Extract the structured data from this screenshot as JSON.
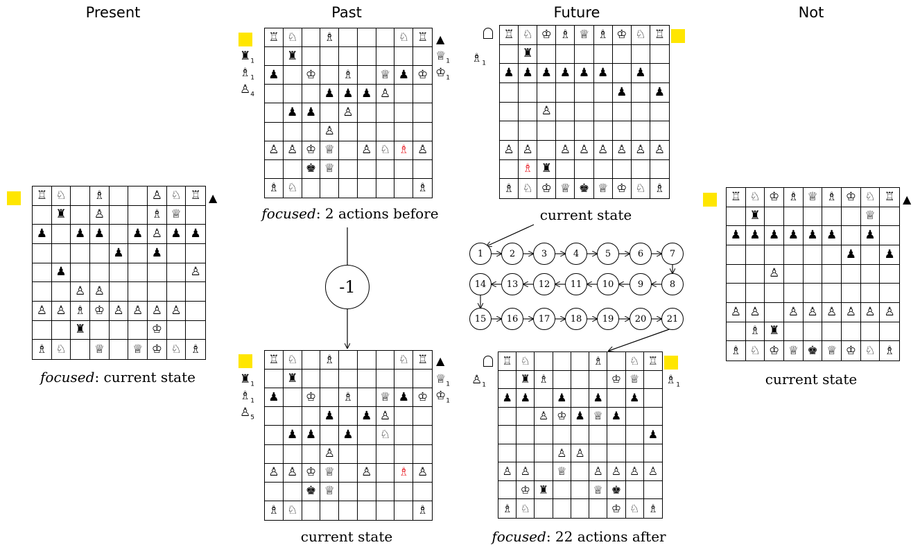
{
  "headers": {
    "present": "Present",
    "past": "Past",
    "future": "Future",
    "not": "Not"
  },
  "colors": {
    "highlight": "#ffe600",
    "piece_red": "#e8242b"
  },
  "icons": {
    "turn_outline": "outline-arch-icon",
    "turn_filled": "filled-pawn-icon"
  },
  "boards": {
    "present": {
      "caption_italic": "focused",
      "caption_text": ": current state",
      "cells": [
        [
          "♖",
          "♘",
          "",
          "♗",
          "",
          "",
          "♙",
          "♘",
          "♖"
        ],
        [
          "",
          "♜",
          "",
          "♙",
          "",
          "",
          "♗",
          "♕",
          "",
          ""
        ],
        [
          "♟",
          "",
          "♟",
          "♟",
          "",
          "♟",
          "♙",
          "♟",
          "♟"
        ],
        [
          "",
          "",
          "",
          "",
          "♟",
          "",
          "♟",
          "",
          ""
        ],
        [
          "",
          "♟",
          "",
          "",
          "",
          "",
          "",
          "",
          "♙"
        ],
        [
          "",
          "",
          "♙",
          "♙",
          "",
          "",
          "",
          "",
          ""
        ],
        [
          "♙",
          "♙",
          "♗",
          "♔",
          "♙",
          "♙",
          "♙",
          "♙",
          ""
        ],
        [
          "",
          "",
          "♜",
          "",
          "",
          "",
          "♔",
          "",
          ""
        ],
        [
          "♗",
          "♘",
          "",
          "♕",
          "",
          "♕",
          "♔",
          "♘",
          "♗"
        ]
      ]
    },
    "past_top": {
      "caption_italic": "focused",
      "caption_text": ": 2 actions before",
      "side_left": [
        {
          "piece": "♜",
          "n": "1"
        },
        {
          "piece": "♗",
          "n": "1"
        },
        {
          "piece": "♙",
          "n": "4"
        }
      ],
      "side_right": [
        {
          "piece": "♕",
          "n": "1"
        },
        {
          "piece": "♔",
          "n": "1"
        }
      ],
      "cells": [
        [
          "♖",
          "♘",
          "",
          "♗",
          "",
          "",
          "",
          "♘",
          "♖"
        ],
        [
          "",
          "♜",
          "",
          "",
          "",
          "",
          "",
          "",
          ""
        ],
        [
          "♟",
          "",
          "♔",
          "",
          "♗",
          "",
          "♕",
          "♟",
          "♔"
        ],
        [
          "",
          "",
          "",
          "♟",
          "♟",
          "♟",
          "♙",
          "",
          ""
        ],
        [
          "",
          "♟",
          "♟",
          "",
          "♙",
          "",
          "",
          "",
          ""
        ],
        [
          "",
          "",
          "",
          "♙",
          "",
          "",
          "",
          "",
          ""
        ],
        [
          "♙",
          "♙",
          "♔",
          "♕",
          "",
          "♙",
          "♘",
          "♗",
          "♙"
        ],
        [
          "",
          "",
          "♚",
          "♕",
          "",
          "",
          "",
          "",
          ""
        ],
        [
          "♗",
          "♘",
          "",
          "",
          "",
          "",
          "",
          "",
          "♗"
        ]
      ]
    },
    "past_bottom": {
      "caption_text": "current state",
      "side_left": [
        {
          "piece": "♜",
          "n": "1"
        },
        {
          "piece": "♗",
          "n": "1"
        },
        {
          "piece": "♙",
          "n": "5"
        }
      ],
      "side_right": [
        {
          "piece": "♕",
          "n": "1"
        },
        {
          "piece": "♔",
          "n": "1"
        }
      ],
      "cells": [
        [
          "♖",
          "♘",
          "",
          "♗",
          "",
          "",
          "",
          "♘",
          "♖"
        ],
        [
          "",
          "♜",
          "",
          "",
          "",
          "",
          "",
          "",
          ""
        ],
        [
          "♟",
          "",
          "♔",
          "",
          "♗",
          "",
          "♕",
          "♟",
          "♔"
        ],
        [
          "",
          "",
          "",
          "♟",
          "",
          "♟",
          "♙",
          "",
          ""
        ],
        [
          "",
          "♟",
          "♟",
          "",
          "♟",
          "",
          "♘",
          "",
          ""
        ],
        [
          "",
          "",
          "",
          "♙",
          "",
          "",
          "",
          "",
          ""
        ],
        [
          "♙",
          "♙",
          "♔",
          "♕",
          "",
          "♙",
          "",
          "♗",
          "♙"
        ],
        [
          "",
          "",
          "♚",
          "♕",
          "",
          "",
          "",
          "",
          ""
        ],
        [
          "♗",
          "♘",
          "",
          "",
          "",
          "",
          "",
          "",
          "♗"
        ]
      ]
    },
    "future_top": {
      "caption_text": "current state",
      "side_left": [
        {
          "piece": "♗",
          "n": "1"
        }
      ],
      "cells": [
        [
          "♖",
          "♘",
          "♔",
          "♗",
          "♕",
          "♗",
          "♔",
          "♘",
          "♖"
        ],
        [
          "",
          "♜",
          "",
          "",
          "",
          "",
          "",
          "",
          ""
        ],
        [
          "♟",
          "♟",
          "♟",
          "♟",
          "♟",
          "♟",
          "",
          "♟",
          ""
        ],
        [
          "",
          "",
          "",
          "",
          "",
          "",
          "♟",
          "",
          "♟"
        ],
        [
          "",
          "",
          "♙",
          "",
          "",
          "",
          "",
          "",
          ""
        ],
        [
          "",
          "",
          "",
          "",
          "",
          "",
          "",
          "",
          ""
        ],
        [
          "♙",
          "♙",
          "",
          "♙",
          "♙",
          "♙",
          "♙",
          "♙",
          "♙"
        ],
        [
          "",
          "♗",
          "♜",
          "",
          "",
          "",
          "",
          "",
          ""
        ],
        [
          "♗",
          "♘",
          "♔",
          "♕",
          "♚",
          "♕",
          "♔",
          "♘",
          "♗"
        ]
      ]
    },
    "future_bottom": {
      "caption_italic": "focused",
      "caption_text": ": 22 actions after",
      "side_left": [
        {
          "piece": "♙",
          "n": "1"
        }
      ],
      "side_right": [
        {
          "piece": "♗",
          "n": "1"
        }
      ],
      "cells": [
        [
          "♖",
          "♘",
          "",
          "",
          "",
          "♗",
          "",
          "♘",
          "♖"
        ],
        [
          "",
          "♜",
          "♗",
          "",
          "",
          "",
          "♔",
          "♕",
          ""
        ],
        [
          "♟",
          "♟",
          "",
          "♟",
          "",
          "♟",
          "",
          "♟",
          ""
        ],
        [
          "",
          "",
          "♙",
          "♔",
          "♟",
          "♕",
          "♟",
          "",
          ""
        ],
        [
          "",
          "",
          "",
          "",
          "",
          "",
          "",
          "",
          "♟"
        ],
        [
          "",
          "",
          "",
          "♙",
          "♙",
          "",
          "",
          "",
          ""
        ],
        [
          "♙",
          "♙",
          "",
          "♕",
          "",
          "♙",
          "♙",
          "♙",
          "♙"
        ],
        [
          "",
          "♔",
          "♜",
          "",
          "",
          "♕",
          "♚",
          "",
          ""
        ],
        [
          "♗",
          "♘",
          "",
          "",
          "",
          "",
          "♔",
          "♘",
          "♗"
        ]
      ]
    },
    "not": {
      "caption_text": "current state",
      "cells": [
        [
          "♖",
          "♘",
          "♔",
          "♗",
          "♕",
          "♗",
          "♔",
          "♘",
          "♖"
        ],
        [
          "",
          "♜",
          "",
          "",
          "",
          "",
          "",
          "♕",
          ""
        ],
        [
          "♟",
          "♟",
          "♟",
          "♟",
          "♟",
          "♟",
          "",
          "♟",
          ""
        ],
        [
          "",
          "",
          "",
          "",
          "",
          "",
          "♟",
          "",
          "♟"
        ],
        [
          "",
          "",
          "♙",
          "",
          "",
          "",
          "",
          "",
          ""
        ],
        [
          "",
          "",
          "",
          "",
          "",
          "",
          "",
          "",
          ""
        ],
        [
          "♙",
          "♙",
          "",
          "♙",
          "♙",
          "♙",
          "♙",
          "♙",
          "♙"
        ],
        [
          "",
          "♗",
          "♜",
          "",
          "",
          "",
          "",
          "",
          ""
        ],
        [
          "♗",
          "♘",
          "♔",
          "♕",
          "♚",
          "♕",
          "♔",
          "♘",
          "♗"
        ]
      ]
    }
  },
  "past_step": "-1",
  "sequence": [
    "1",
    "2",
    "3",
    "4",
    "5",
    "6",
    "7",
    "8",
    "9",
    "10",
    "11",
    "12",
    "13",
    "14",
    "15",
    "16",
    "17",
    "18",
    "19",
    "20",
    "21"
  ]
}
